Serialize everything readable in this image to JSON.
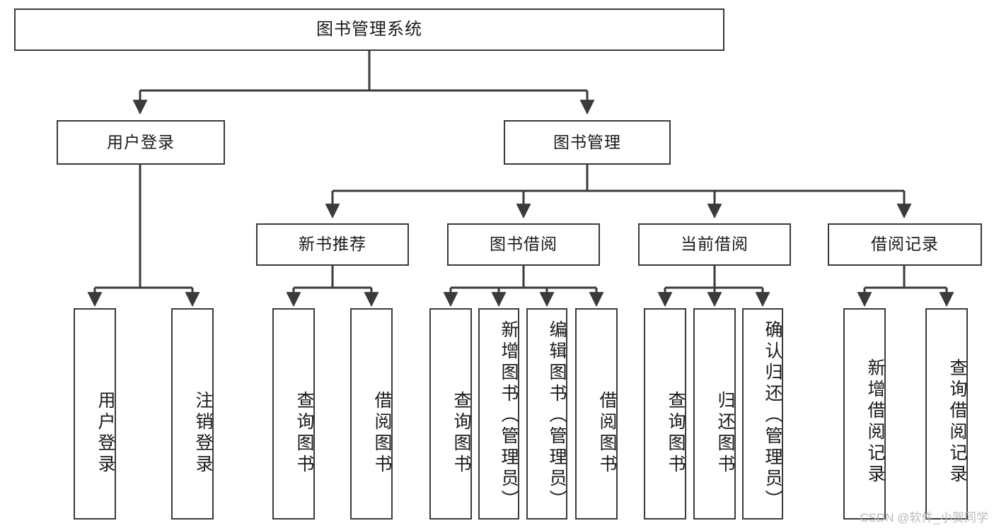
{
  "diagram": {
    "title": "图书管理系统",
    "watermark": "CSDN @软件_小贺同学",
    "colors": {
      "box_border": "#3a3a3a",
      "line": "#3a3a3a",
      "background": "#ffffff",
      "text": "#1a1a1a",
      "watermark": "#b9b9b9"
    },
    "root": {
      "label": "图书管理系统"
    },
    "level2": [
      {
        "label": "用户登录"
      },
      {
        "label": "图书管理"
      }
    ],
    "level3": [
      {
        "label": "新书推荐"
      },
      {
        "label": "图书借阅"
      },
      {
        "label": "当前借阅"
      },
      {
        "label": "借阅记录"
      }
    ],
    "leaves": {
      "user_login": [
        {
          "label": "用户登录"
        },
        {
          "label": "注销登录"
        }
      ],
      "new_book_recommend": [
        {
          "label": "查询图书"
        },
        {
          "label": "借阅图书"
        }
      ],
      "book_borrow": [
        {
          "label": "查询图书"
        },
        {
          "label": "新增图书（管理员）"
        },
        {
          "label": "编辑图书（管理员）"
        },
        {
          "label": "借阅图书"
        }
      ],
      "current_borrow": [
        {
          "label": "查询图书"
        },
        {
          "label": "归还图书"
        },
        {
          "label": "确认归还（管理员）"
        }
      ],
      "borrow_record": [
        {
          "label": "新增借阅记录"
        },
        {
          "label": "查询借阅记录"
        }
      ]
    }
  }
}
